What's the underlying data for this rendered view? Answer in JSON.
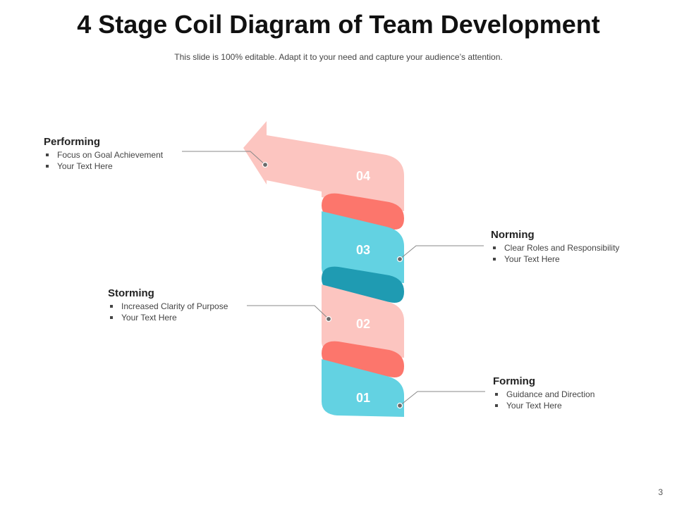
{
  "slide": {
    "title": "4 Stage Coil Diagram of Team Development",
    "subtitle": "This slide is 100% editable. Adapt it to your need and capture your audience’s attention.",
    "page_number": "3"
  },
  "colors": {
    "light_pink": "#FCC5C0",
    "coral": "#FC766C",
    "light_teal": "#63D2E2",
    "dark_teal": "#1F9BB2",
    "connector": "#666666"
  },
  "stages": [
    {
      "number": "01",
      "name": "Forming",
      "bullets": [
        "Guidance and Direction",
        "Your Text Here"
      ]
    },
    {
      "number": "02",
      "name": "Storming",
      "bullets": [
        "Increased Clarity of Purpose",
        "Your Text Here"
      ]
    },
    {
      "number": "03",
      "name": "Norming",
      "bullets": [
        "Clear Roles and Responsibility",
        "Your Text Here"
      ]
    },
    {
      "number": "04",
      "name": "Performing",
      "bullets": [
        "Focus on Goal Achievement",
        "Your Text Here"
      ]
    }
  ]
}
